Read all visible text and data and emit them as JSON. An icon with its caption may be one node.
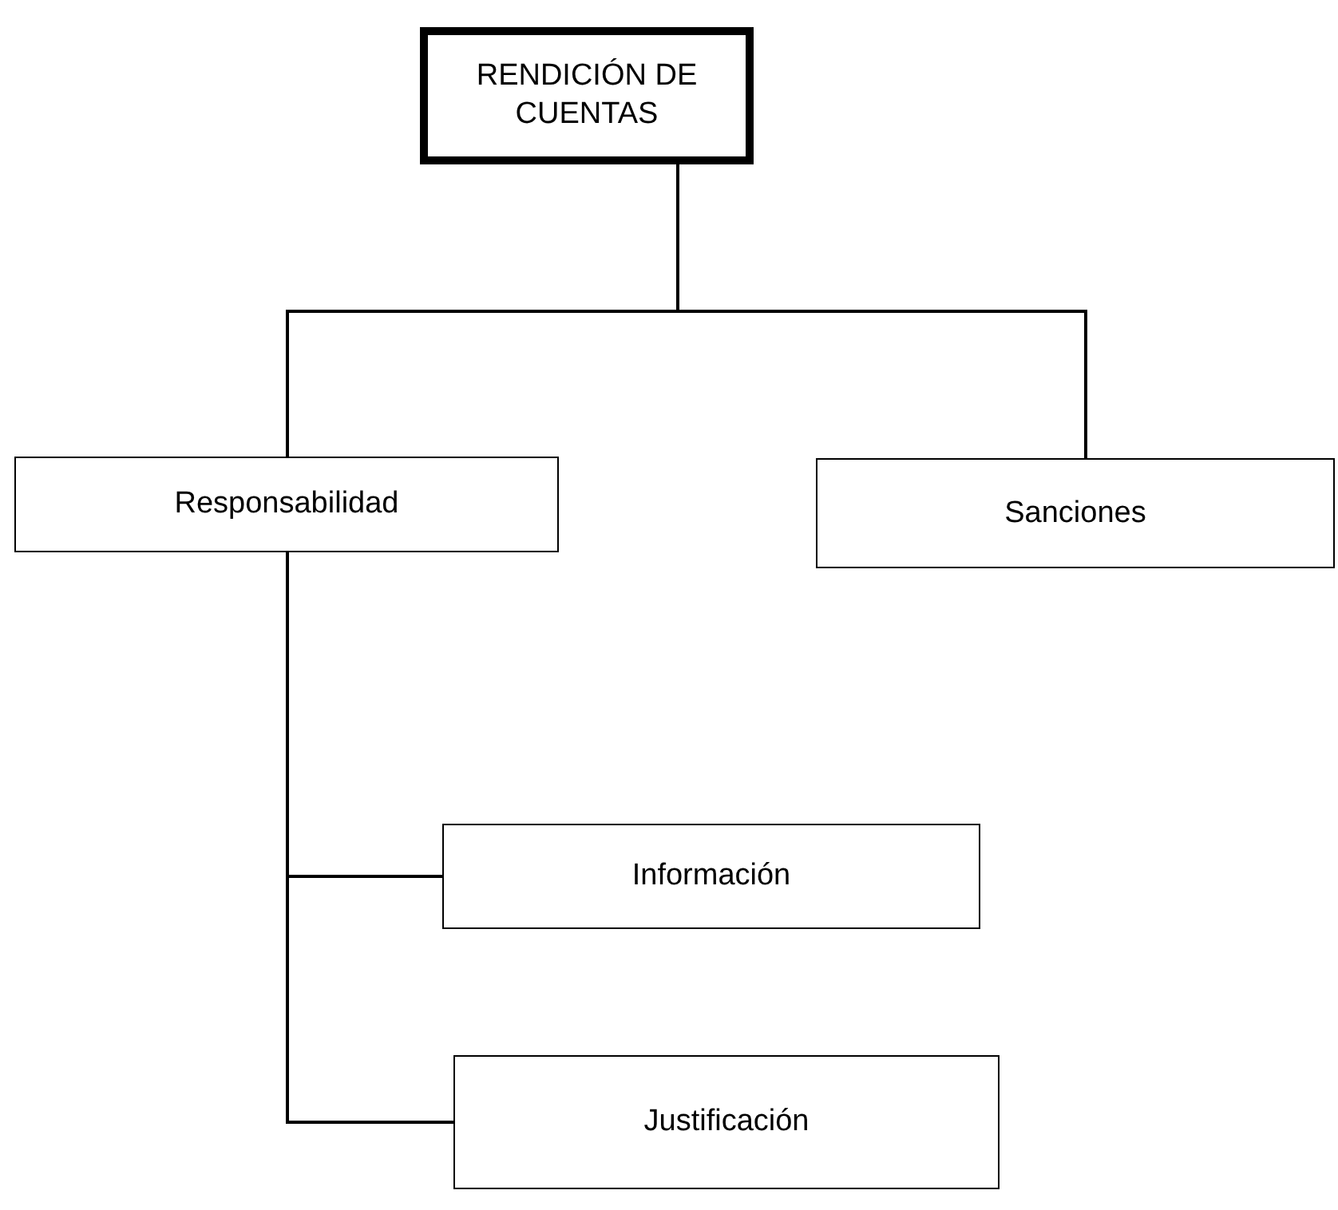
{
  "diagram": {
    "nodes": [
      {
        "text": [
          "RENDICIÓN DE CUENTAS"
        ]
      },
      {
        "text": [
          "Responsabilidad"
        ]
      },
      {
        "text": [
          "Sanciones"
        ]
      },
      {
        "text": [
          "Información"
        ]
      },
      {
        "text": [
          "Justificación"
        ]
      }
    ],
    "edges": [
      {
        "from": 0,
        "to": 1,
        "arrow": "none"
      },
      {
        "from": 0,
        "to": 2,
        "arrow": "none"
      },
      {
        "from": 1,
        "to": 3,
        "arrow": "none"
      },
      {
        "from": 1,
        "to": 4,
        "arrow": "none"
      }
    ]
  }
}
